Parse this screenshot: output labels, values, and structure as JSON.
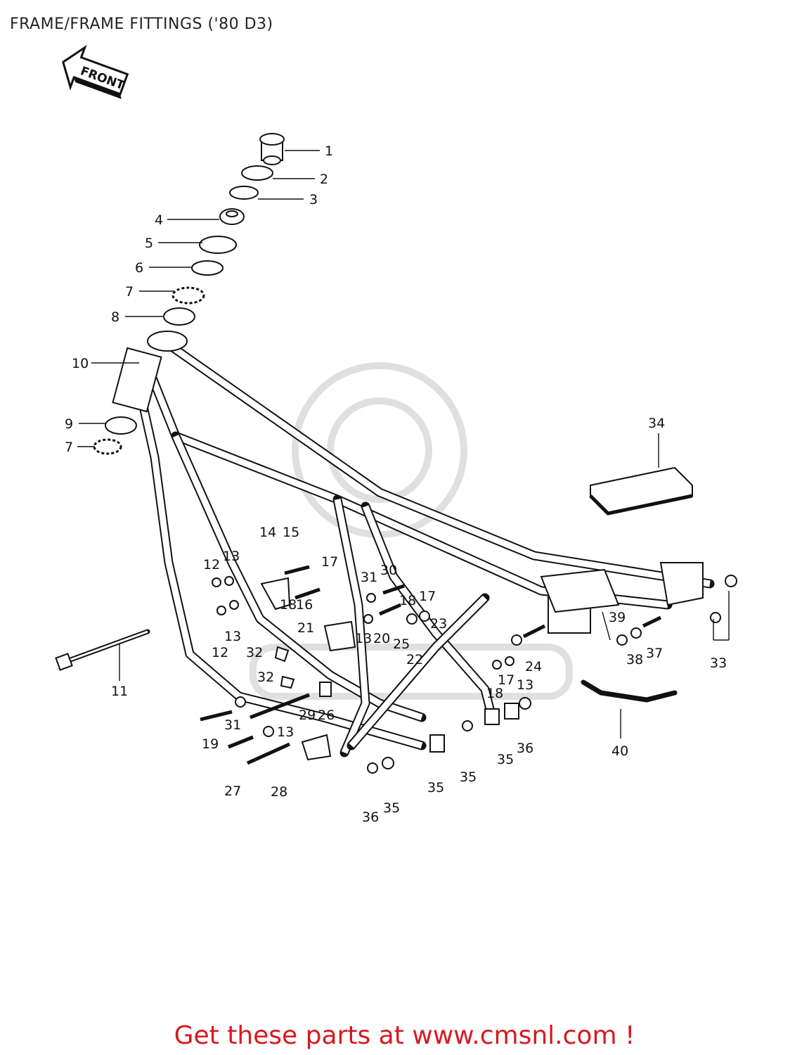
{
  "title": "FRAME/FRAME FITTINGS ('80 D3)",
  "front_arrow_label": "FRONT",
  "footer": "Get these parts at www.cmsnl.com !",
  "callouts": [
    "1",
    "2",
    "3",
    "4",
    "5",
    "6",
    "7",
    "8",
    "10",
    "9",
    "7",
    "34",
    "14",
    "15",
    "13",
    "12",
    "17",
    "31",
    "30",
    "18",
    "16",
    "18",
    "17",
    "23",
    "21",
    "13",
    "20",
    "25",
    "22",
    "24",
    "39",
    "12",
    "13",
    "32",
    "32",
    "11",
    "37",
    "38",
    "33",
    "17",
    "13",
    "18",
    "29",
    "26",
    "31",
    "19",
    "13",
    "40",
    "36",
    "35",
    "35",
    "27",
    "28",
    "35",
    "36",
    "35"
  ]
}
